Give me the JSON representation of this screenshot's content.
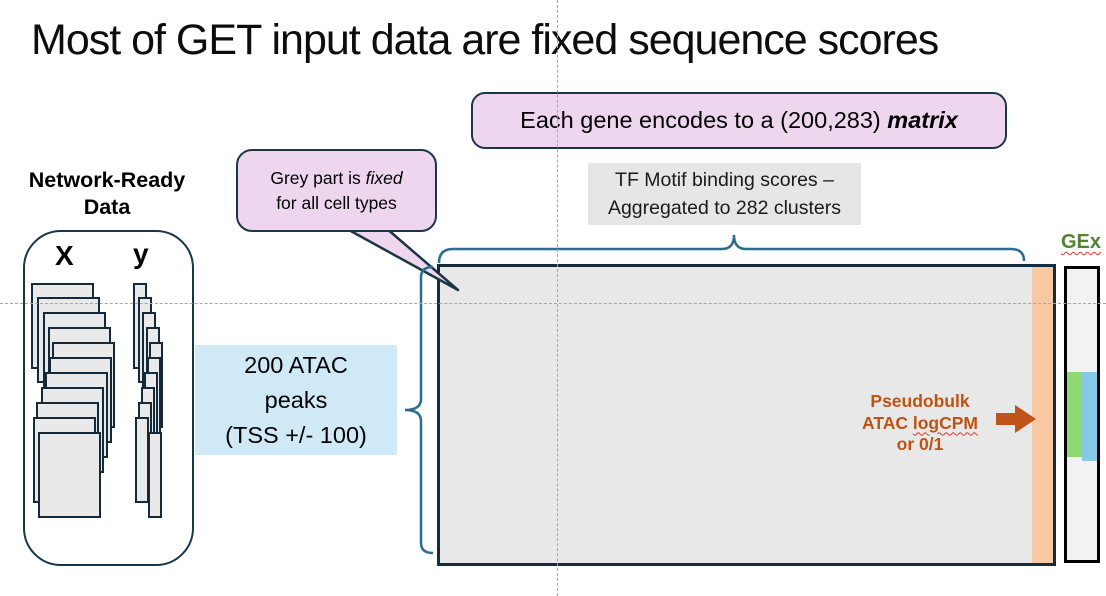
{
  "title": "Most of GET input data are fixed sequence scores",
  "gene_box": {
    "prefix": "Each gene encodes to a (200,283) ",
    "emphasis": "matrix"
  },
  "grey_bubble": {
    "line1_prefix": "Grey part is ",
    "line1_emphasis": "fixed",
    "line2": "for all cell types"
  },
  "tf_box": {
    "line1": "TF Motif binding scores –",
    "line2": "Aggregated to 282 clusters"
  },
  "network_ready": {
    "line1": "Network-Ready",
    "line2": "Data"
  },
  "stacks": {
    "x_header": "X",
    "y_header": "y"
  },
  "atac_box": {
    "line1": "200 ATAC",
    "line2": "peaks",
    "line3": "(TSS +/- 100)"
  },
  "pseudobulk": {
    "line1": "Pseudobulk",
    "line2_prefix": "ATAC ",
    "line2_word": "logCPM",
    "line3": "or 0/1"
  },
  "gex_label": "GEx",
  "colors": {
    "pink_fill": "#EED6EE",
    "dark_outline": "#1C3648",
    "teal_brace": "#2D6D8C",
    "matrix_grey": "#E8E8E8",
    "label_grey": "#E7E6E6",
    "blue_fill": "#D0E9F7",
    "orange_strip": "#F6C9A4",
    "orange_text": "#C05311",
    "green_segment": "#8ED973",
    "blue_segment": "#85CBE8",
    "gex_green": "#548235"
  }
}
